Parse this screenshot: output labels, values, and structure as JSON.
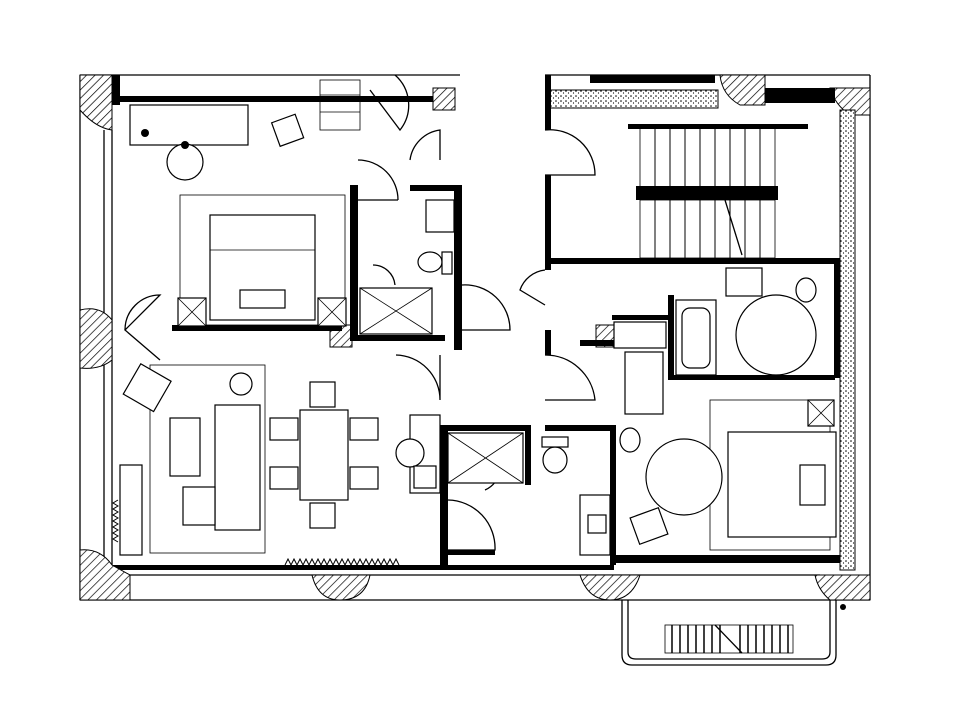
{
  "plan": {
    "type": "apartment-floor-plan",
    "colors": {
      "line": "#000000",
      "background": "#ffffff"
    },
    "rooms": [
      "bedroom-1",
      "living-dining",
      "bathroom-1",
      "shower-room",
      "bathroom-2",
      "stair-hall",
      "bedroom-2",
      "entry-corridor",
      "balcony"
    ]
  }
}
